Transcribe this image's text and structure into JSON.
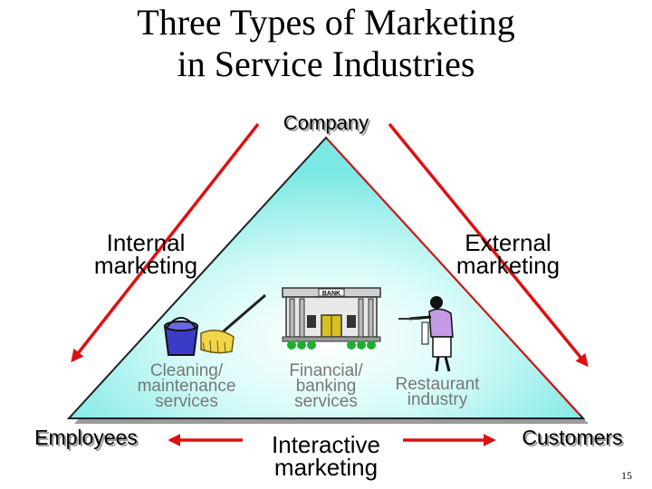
{
  "title": {
    "line1": "Three Types of Marketing",
    "line2": "in Service Industries"
  },
  "nodes": {
    "company": "Company",
    "employees": "Employees",
    "customers": "Customers"
  },
  "edges": {
    "internal": {
      "line1": "Internal",
      "line2": "marketing"
    },
    "external": {
      "line1": "External",
      "line2": "marketing"
    },
    "interactive": {
      "line1": "Interactive",
      "line2": "marketing"
    }
  },
  "examples": {
    "cleaning": {
      "line1": "Cleaning/",
      "line2": "maintenance",
      "line3": "services"
    },
    "financial": {
      "line1": "Financial/",
      "line2": "banking",
      "line3": "services"
    },
    "restaurant": {
      "line1": "Restaurant",
      "line2": "industry"
    }
  },
  "bank_sign": "BANK",
  "page_number": "15",
  "colors": {
    "arrow": "#dd1111",
    "triangle_fill": "#aaf5f0",
    "triangle_border": "#222222"
  }
}
